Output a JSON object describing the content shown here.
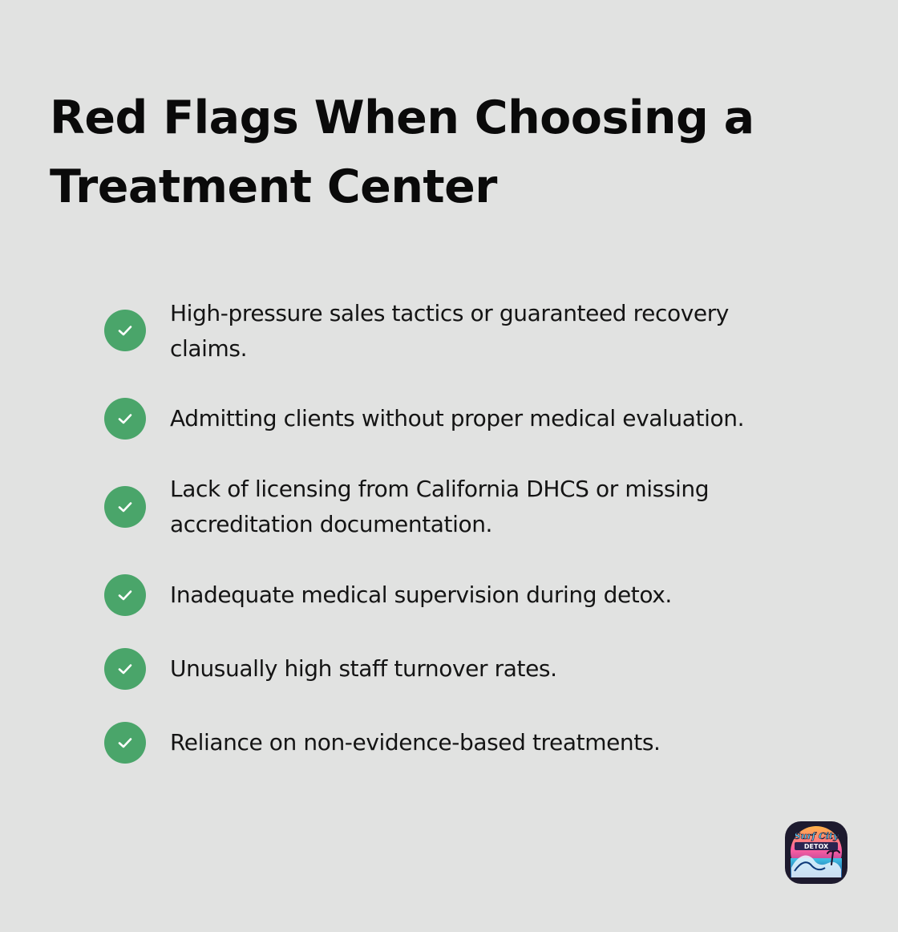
{
  "title": "Red Flags When Choosing a Treatment Center",
  "items": [
    {
      "text": "High-pressure sales tactics or guaranteed recovery claims.",
      "icon": "check-icon"
    },
    {
      "text": "Admitting clients without proper medical evaluation.",
      "icon": "check-icon"
    },
    {
      "text": "Lack of licensing from California DHCS or missing accreditation documentation.",
      "icon": "check-icon"
    },
    {
      "text": "Inadequate medical supervision during detox.",
      "icon": "check-icon"
    },
    {
      "text": "Unusually high staff turnover rates.",
      "icon": "check-icon"
    },
    {
      "text": "Reliance on non-evidence-based treatments.",
      "icon": "check-icon"
    }
  ],
  "logo": {
    "script_text": "Surf City",
    "banner_text": "DETOX"
  },
  "colors": {
    "background": "#e1e2e1",
    "check": "#4aa56a",
    "text": "#141414"
  }
}
